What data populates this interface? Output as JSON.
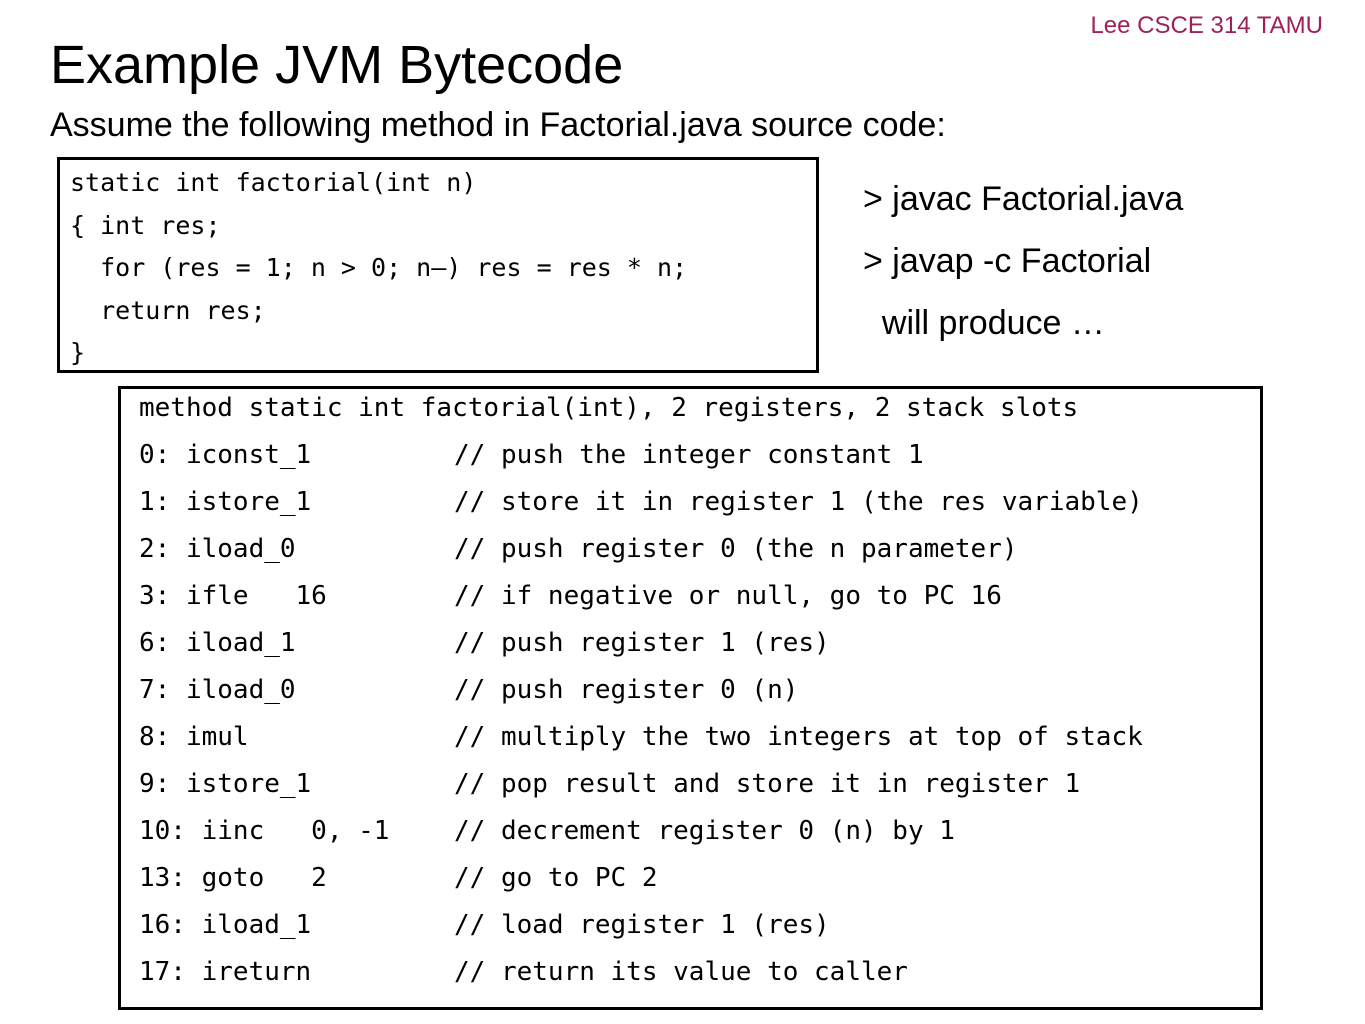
{
  "header_note": "Lee CSCE 314 TAMU",
  "title": "Example JVM Bytecode",
  "subtitle": "Assume the following method in Factorial.java source code:",
  "source_code": [
    "static int factorial(int n)",
    "{ int res;",
    "  for (res = 1; n > 0; n–) res = res * n;",
    "  return res;",
    "}"
  ],
  "commands": [
    "> javac Factorial.java",
    "> javap -c Factorial",
    "  will produce …"
  ],
  "bytecode": {
    "header": "method static int factorial(int), 2 registers, 2 stack slots",
    "rows": [
      {
        "instr": "0: iconst_1",
        "comment": "// push the integer constant 1"
      },
      {
        "instr": "1: istore_1",
        "comment": "// store it in register 1 (the res variable)"
      },
      {
        "instr": "2: iload_0",
        "comment": "// push register 0 (the n parameter)"
      },
      {
        "instr": "3: ifle   16",
        "comment": "// if negative or null, go to PC 16"
      },
      {
        "instr": "6: iload_1",
        "comment": "// push register 1 (res)"
      },
      {
        "instr": "7: iload_0",
        "comment": "// push register 0 (n)"
      },
      {
        "instr": "8: imul",
        "comment": "// multiply the two integers at top of stack"
      },
      {
        "instr": "9: istore_1",
        "comment": "// pop result and store it in register 1"
      },
      {
        "instr": "10: iinc   0, -1",
        "comment": "// decrement register 0 (n) by 1"
      },
      {
        "instr": "13: goto   2",
        "comment": "// go to PC 2"
      },
      {
        "instr": "16: iload_1",
        "comment": "// load register 1 (res)"
      },
      {
        "instr": "17: ireturn",
        "comment": "// return its value to caller"
      }
    ]
  },
  "colors": {
    "header_note": "#a0205a",
    "text": "#000000",
    "background": "#ffffff"
  }
}
